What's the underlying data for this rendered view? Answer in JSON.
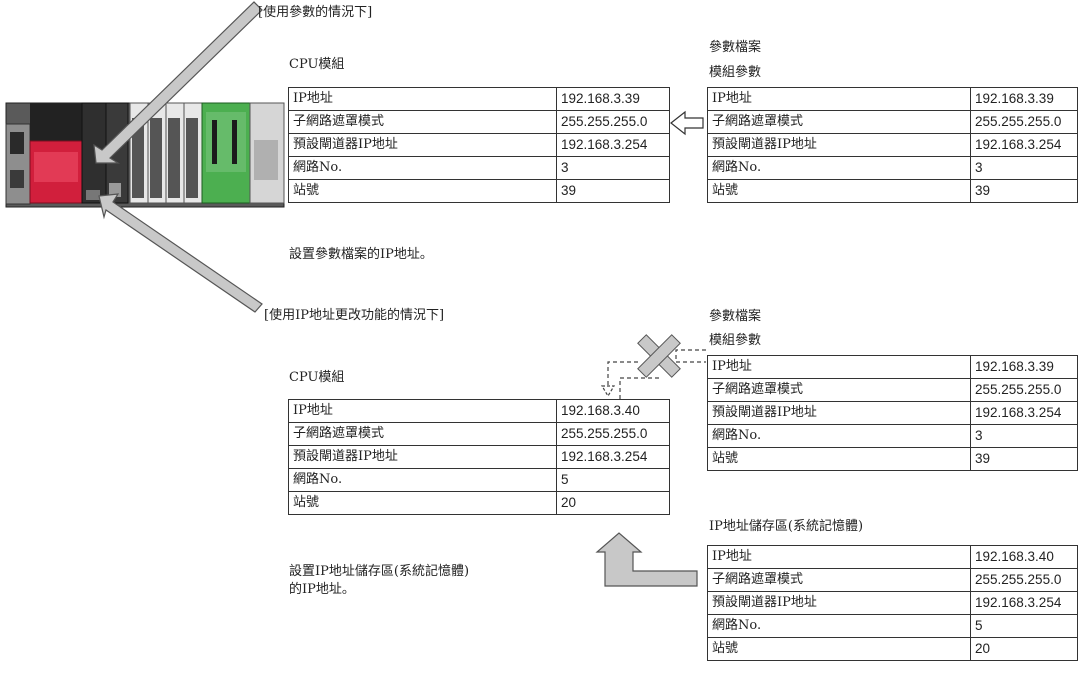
{
  "top": {
    "bracket_label": "[使用參數的情況下]",
    "cpu_title": "CPU模組",
    "cpu_table": [
      [
        "IP地址",
        "192.168.3.39"
      ],
      [
        "子網路遮罩模式",
        "255.255.255.0"
      ],
      [
        "預設閘道器IP地址",
        "192.168.3.254"
      ],
      [
        "網路No.",
        "3"
      ],
      [
        "站號",
        "39"
      ]
    ],
    "param_title_1": "參數檔案",
    "param_title_2": "模組參數",
    "param_table": [
      [
        "IP地址",
        "192.168.3.39"
      ],
      [
        "子網路遮罩模式",
        "255.255.255.0"
      ],
      [
        "預設閘道器IP地址",
        "192.168.3.254"
      ],
      [
        "網路No.",
        "3"
      ],
      [
        "站號",
        "39"
      ]
    ],
    "note": "設置參數檔案的IP地址。"
  },
  "bottom": {
    "bracket_label": "[使用IP地址更改功能的情況下]",
    "cpu_title": "CPU模組",
    "cpu_table": [
      [
        "IP地址",
        "192.168.3.40"
      ],
      [
        "子網路遮罩模式",
        "255.255.255.0"
      ],
      [
        "預設閘道器IP地址",
        "192.168.3.254"
      ],
      [
        "網路No.",
        "5"
      ],
      [
        "站號",
        "20"
      ]
    ],
    "param_title_1": "參數檔案",
    "param_title_2": "模組參數",
    "param_table": [
      [
        "IP地址",
        "192.168.3.39"
      ],
      [
        "子網路遮罩模式",
        "255.255.255.0"
      ],
      [
        "預設閘道器IP地址",
        "192.168.3.254"
      ],
      [
        "網路No.",
        "3"
      ],
      [
        "站號",
        "39"
      ]
    ],
    "storage_title": "IP地址儲存區(系統記憶體)",
    "storage_table": [
      [
        "IP地址",
        "192.168.3.40"
      ],
      [
        "子網路遮罩模式",
        "255.255.255.0"
      ],
      [
        "預設閘道器IP地址",
        "192.168.3.254"
      ],
      [
        "網路No.",
        "5"
      ],
      [
        "站號",
        "20"
      ]
    ],
    "note_line1": "設置IP地址儲存區(系統記憶體)",
    "note_line2": "的IP地址。"
  },
  "colors": {
    "arrow_fill": "#c8c8c8",
    "arrow_stroke": "#555555",
    "cpu_red": "#d11f3c",
    "rack_dark": "#3a3a3a",
    "green_module": "#4caf50"
  },
  "icons": [
    "plc-rack-image",
    "block-x-icon"
  ]
}
